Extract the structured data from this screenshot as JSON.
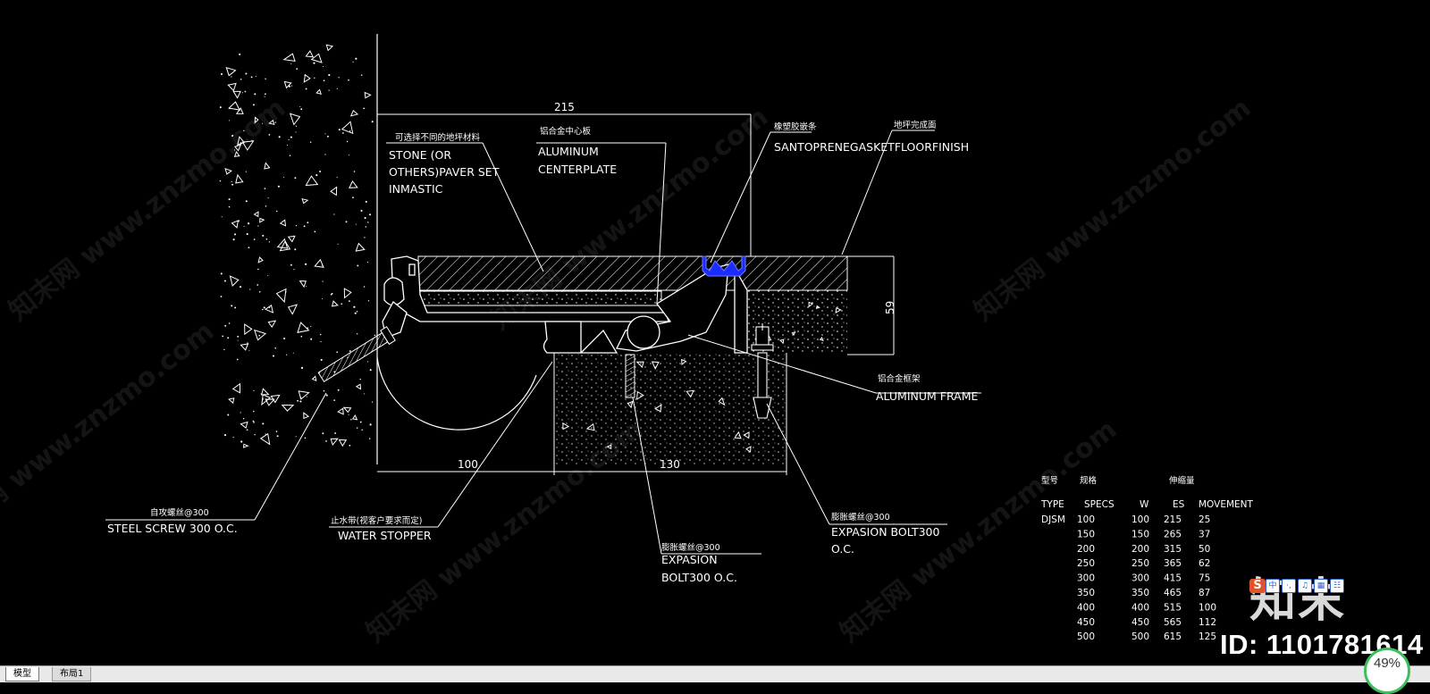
{
  "drawing": {
    "dims": {
      "d215": "215",
      "d59": "59",
      "d100": "100",
      "d130": "130"
    },
    "callouts": {
      "stone_cn": "可选择不同的地坪材料",
      "stone_line1": "STONE (OR",
      "stone_line2": "OTHERS)PAVER SET",
      "stone_line3": "INMASTIC",
      "center_cn": "铝合金中心板",
      "center_line1": "ALUMINUM",
      "center_line2": "CENTERPLATE",
      "gasket_cn": "橡塑胶嵌条",
      "finish_cn": "地坪完成面",
      "gasket_en": "SANTOPRENEGASKETFLOORFINISH",
      "frame_cn": "铝合金框架",
      "frame_en": "ALUMINUM FRAME",
      "screw_cn": "自攻螺丝@300",
      "screw_en": "STEEL SCREW 300 O.C.",
      "water_cn": "止水带(视客户要求而定)",
      "water_en": "WATER STOPPER",
      "bolt1_cn": "膨胀螺丝@300",
      "bolt1_line1": "EXPASION",
      "bolt1_line2": "BOLT300 O.C.",
      "bolt2_cn": "膨胀螺丝@300",
      "bolt2_line1": "EXPASION BOLT300",
      "bolt2_line2": "O.C."
    },
    "table": {
      "cn_headers": [
        "型号",
        "规格",
        "伸缩量"
      ],
      "headers": [
        "TYPE",
        "SPECS",
        "W",
        "ES",
        "MOVEMENT"
      ],
      "rows": [
        [
          "DJSM",
          "100",
          "100",
          "215",
          "25"
        ],
        [
          "",
          "150",
          "150",
          "265",
          "37"
        ],
        [
          "",
          "200",
          "200",
          "315",
          "50"
        ],
        [
          "",
          "250",
          "250",
          "365",
          "62"
        ],
        [
          "",
          "300",
          "300",
          "415",
          "75"
        ],
        [
          "",
          "350",
          "350",
          "465",
          "87"
        ],
        [
          "",
          "400",
          "400",
          "515",
          "100"
        ],
        [
          "",
          "450",
          "450",
          "565",
          "112"
        ],
        [
          "",
          "500",
          "500",
          "615",
          "125"
        ]
      ]
    },
    "watermark": {
      "text": "知末网 www.znzmo.com"
    },
    "colors": {
      "gasket": "#1a2cff",
      "lines": "#ffffff",
      "background": "#000000"
    }
  },
  "brand": {
    "logo": "知末",
    "id_label": "ID: 1101781614",
    "badge": "S"
  },
  "ime_icons": [
    "中",
    "·,",
    "mic-icon",
    "keyboard-icon",
    "grid-icon"
  ],
  "zoom": {
    "percent": "49%"
  },
  "tabs": [
    "模型",
    "布局1"
  ]
}
